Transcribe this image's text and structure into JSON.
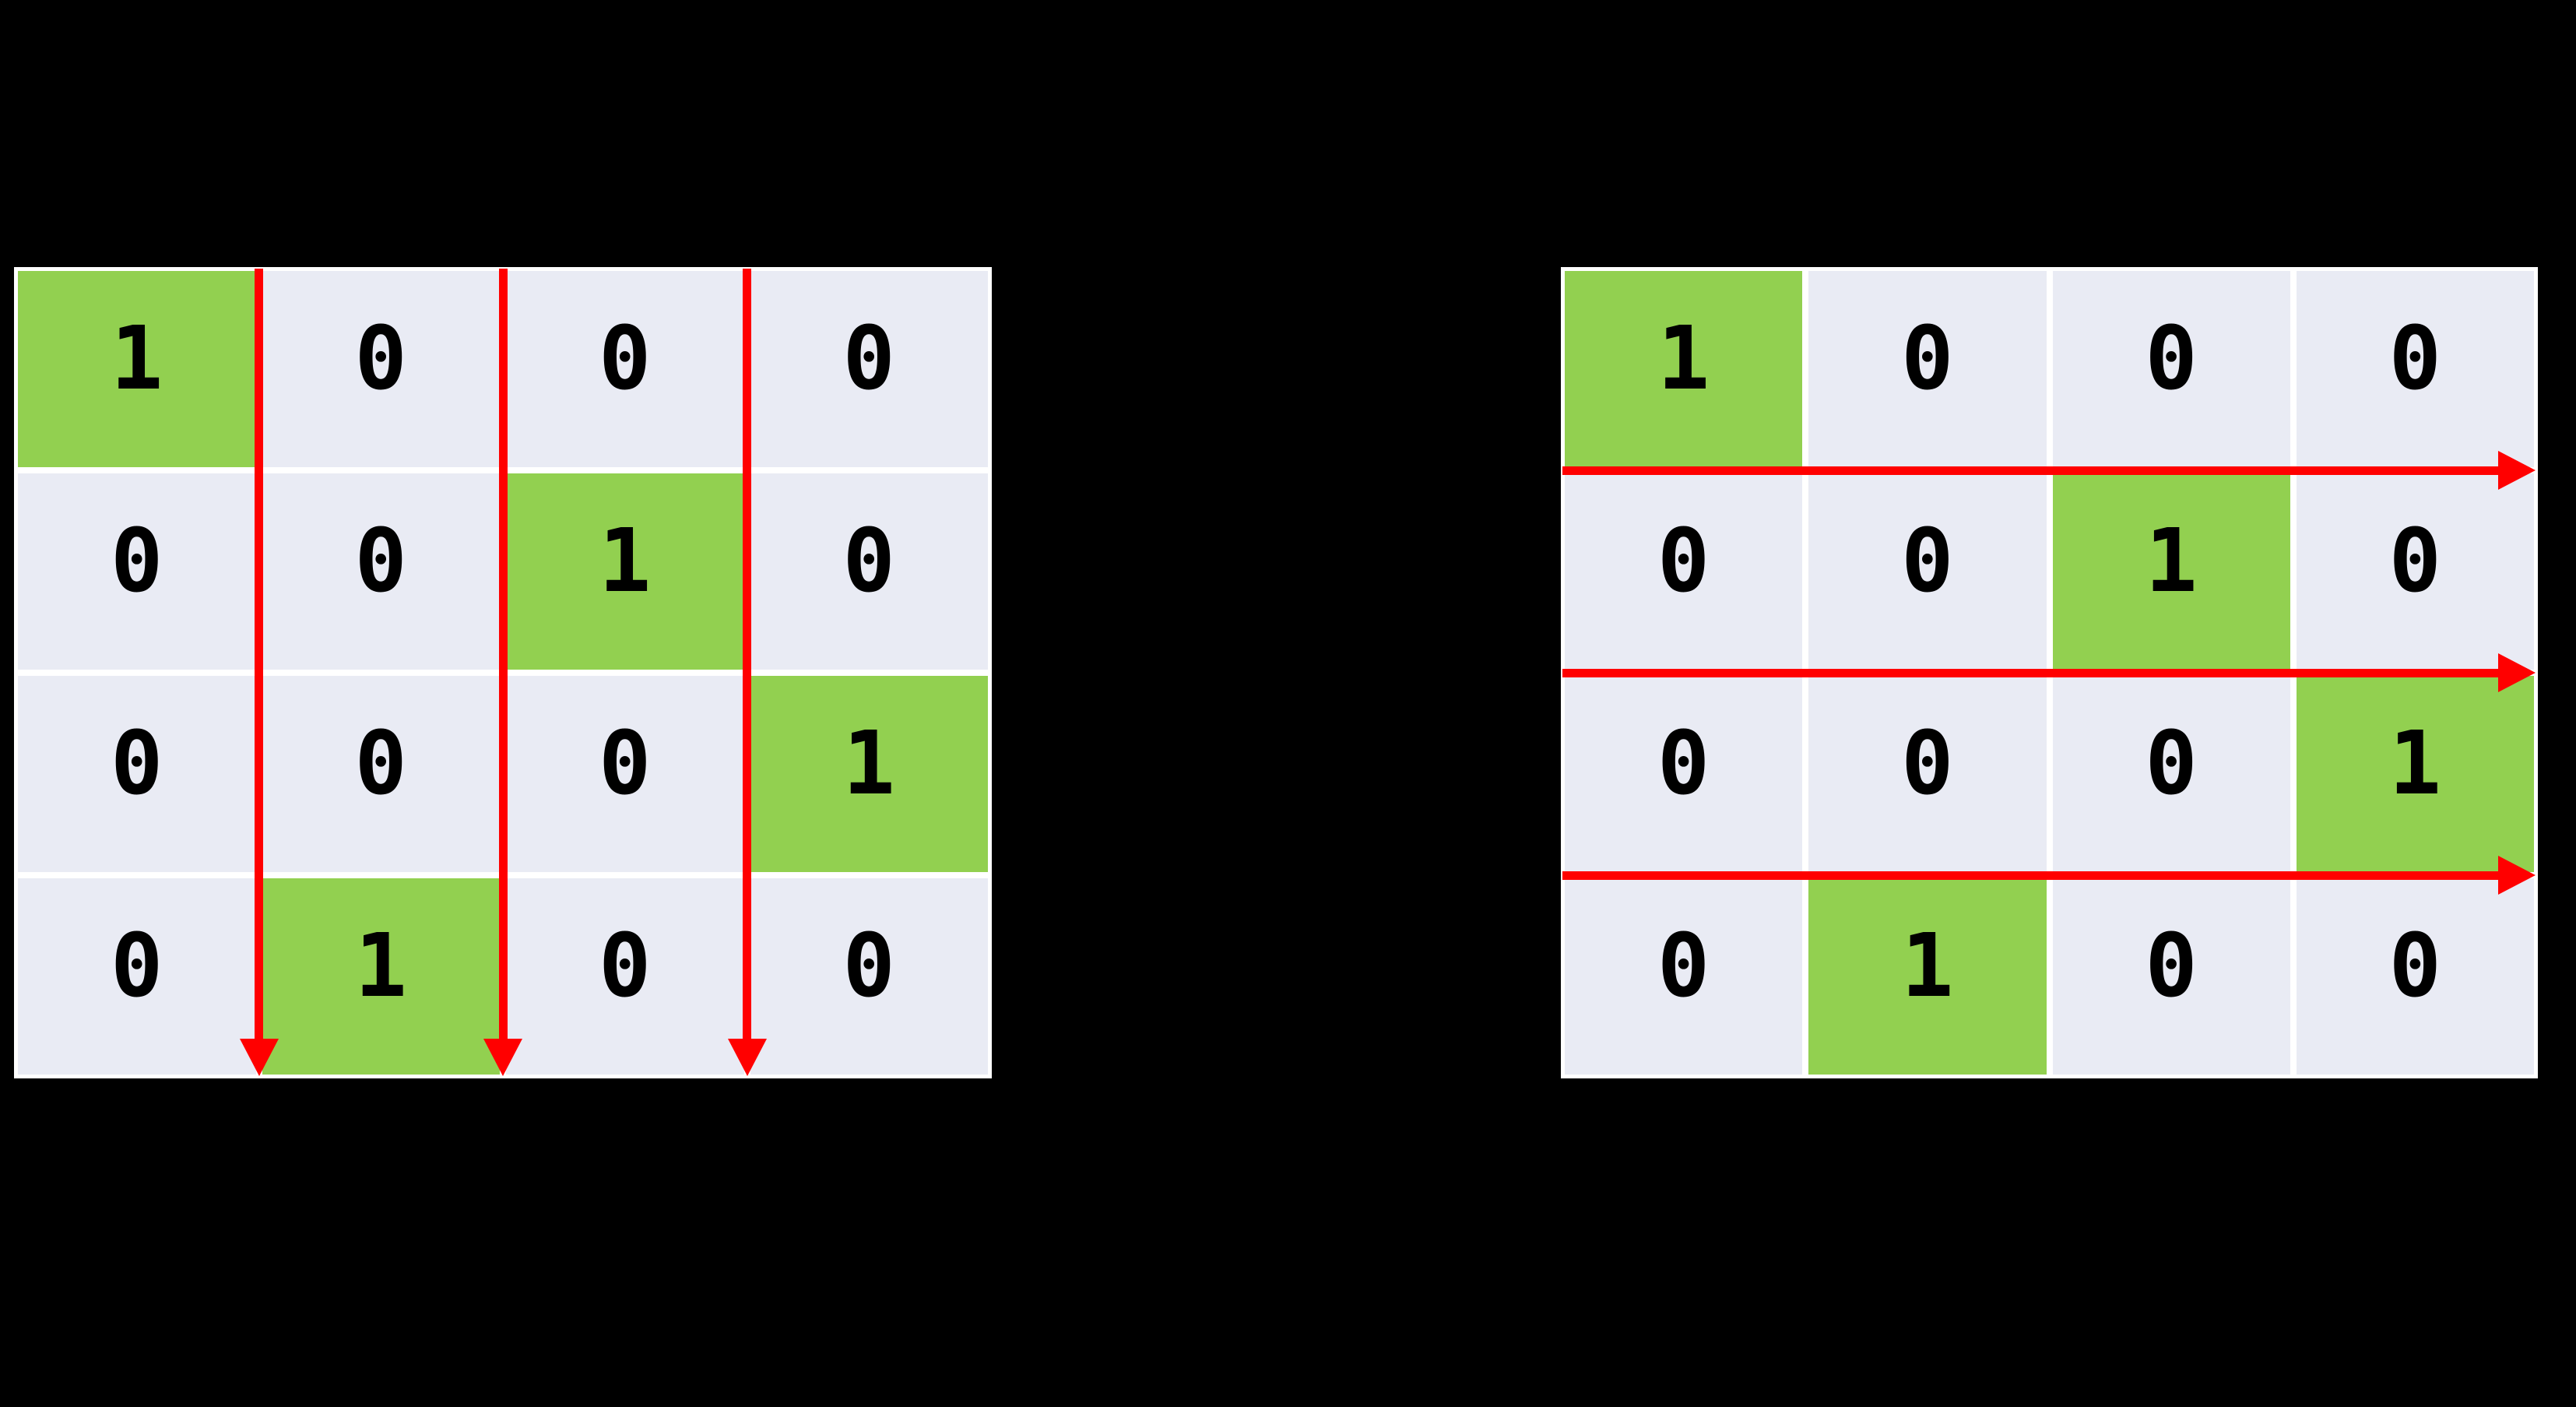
{
  "canvas": {
    "background_color": "#000000"
  },
  "colors": {
    "cell_background": "#e9ebf4",
    "highlighted_cell_background": "#92d050",
    "arrow_color": "#ff0000",
    "grid_line_color": "#ffffff",
    "digit_color": "#000000"
  },
  "matrices": [
    {
      "id": "left",
      "name": "left-matrix",
      "rows": [
        [
          "1",
          "0",
          "0",
          "0"
        ],
        [
          "0",
          "0",
          "1",
          "0"
        ],
        [
          "0",
          "0",
          "0",
          "1"
        ],
        [
          "0",
          "1",
          "0",
          "0"
        ]
      ],
      "highlighted_cells": [
        [
          0,
          0
        ],
        [
          1,
          2
        ],
        [
          2,
          3
        ],
        [
          3,
          1
        ]
      ],
      "arrows": {
        "icon": "down-arrow-icon",
        "direction": "down",
        "count": 3,
        "position": "between-columns"
      }
    },
    {
      "id": "right",
      "name": "right-matrix",
      "rows": [
        [
          "1",
          "0",
          "0",
          "0"
        ],
        [
          "0",
          "0",
          "1",
          "0"
        ],
        [
          "0",
          "0",
          "0",
          "1"
        ],
        [
          "0",
          "1",
          "0",
          "0"
        ]
      ],
      "highlighted_cells": [
        [
          0,
          0
        ],
        [
          1,
          2
        ],
        [
          2,
          3
        ],
        [
          3,
          1
        ]
      ],
      "arrows": {
        "icon": "right-arrow-icon",
        "direction": "right",
        "count": 3,
        "position": "between-rows"
      }
    }
  ]
}
